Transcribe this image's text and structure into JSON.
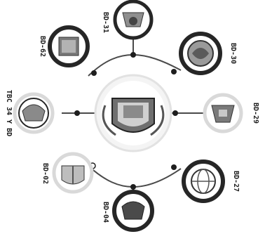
{
  "badges": [
    {
      "label": "BD-62"
    },
    {
      "label": "BD-31"
    },
    {
      "label": "BD-30"
    },
    {
      "label": "TBC 34 Y BD"
    },
    {
      "label": "BD-29"
    },
    {
      "label": "BD-02"
    },
    {
      "label": "BD-04"
    },
    {
      "label": "BD-27"
    }
  ],
  "colors": {
    "ring_dark": "#262626",
    "ring_light": "#d9d9d9",
    "line": "#4a4a4a",
    "node": "#1e1e1e"
  },
  "icons": [
    "central-emblem-icon",
    "unit-crest-icon",
    "globe-crest-icon"
  ]
}
